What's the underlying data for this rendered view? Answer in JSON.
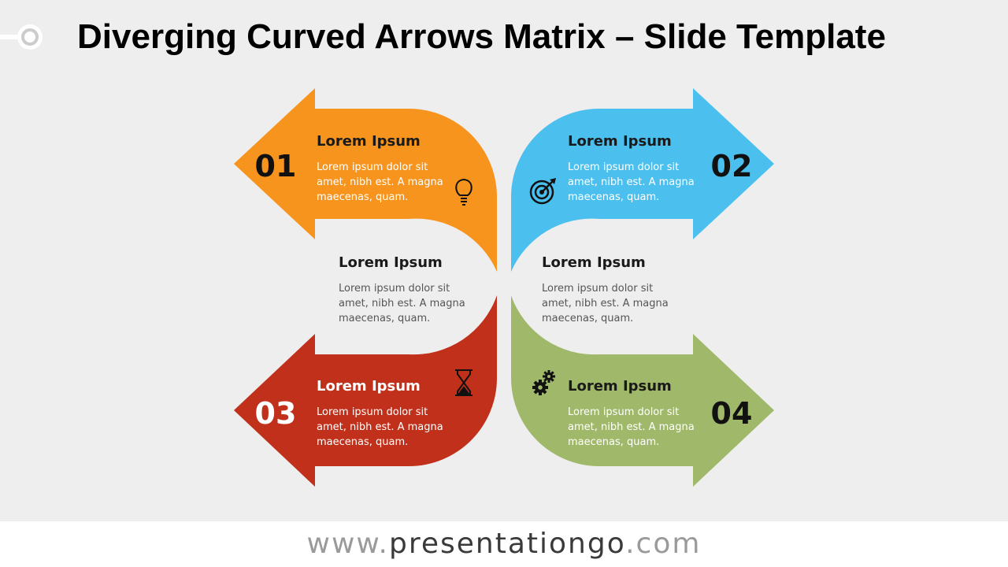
{
  "title": "Diverging Curved Arrows Matrix – Slide Template",
  "colors": {
    "orange": "#f7941d",
    "blue": "#4bbfee",
    "red": "#c0301a",
    "green": "#a0b86a",
    "background": "#efeeee"
  },
  "arrows": [
    {
      "number": "01",
      "heading": "Lorem Ipsum",
      "body": [
        "Lorem ipsum dolor sit",
        "amet, nibh est. A magna",
        "maecenas, quam."
      ],
      "icon": "lightbulb-icon",
      "color": "#f7941d"
    },
    {
      "number": "02",
      "heading": "Lorem Ipsum",
      "body": [
        "Lorem ipsum dolor sit",
        "amet, nibh est. A magna",
        "maecenas, quam."
      ],
      "icon": "target-icon",
      "color": "#4bbfee"
    },
    {
      "number": "03",
      "heading": "Lorem Ipsum",
      "body": [
        "Lorem ipsum dolor sit",
        "amet, nibh est. A magna",
        "maecenas, quam."
      ],
      "icon": "hourglass-icon",
      "color": "#c0301a"
    },
    {
      "number": "04",
      "heading": "Lorem Ipsum",
      "body": [
        "Lorem ipsum dolor sit",
        "amet, nibh est. A magna",
        "maecenas, quam."
      ],
      "icon": "gears-icon",
      "color": "#a0b86a"
    }
  ],
  "center_left": {
    "heading": "Lorem Ipsum",
    "body": [
      "Lorem ipsum dolor sit",
      "amet, nibh est. A magna",
      "maecenas, quam."
    ]
  },
  "center_right": {
    "heading": "Lorem Ipsum",
    "body": [
      "Lorem ipsum dolor sit",
      "amet, nibh est. A magna",
      "maecenas, quam."
    ]
  },
  "footer": {
    "prefix": "www.",
    "brand": "presentationgo",
    "suffix": ".com"
  }
}
